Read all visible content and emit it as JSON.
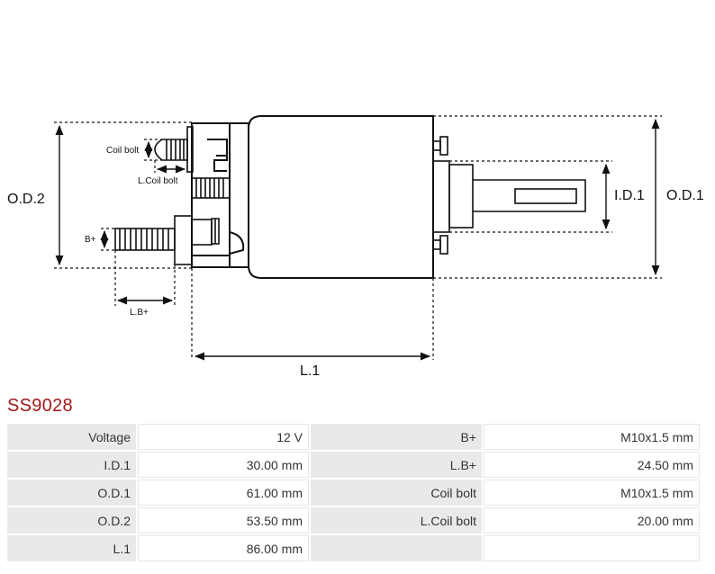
{
  "diagram": {
    "labels": {
      "coil_bolt": "Coil bolt",
      "l_coil_bolt": "L.Coil bolt",
      "b_plus": "B+",
      "l_b_plus": "L.B+",
      "od2": "O.D.2",
      "od1": "O.D.1",
      "id1": "I.D.1",
      "l1": "L.1"
    }
  },
  "product": {
    "code": "SS9028"
  },
  "specs": [
    {
      "k1": "Voltage",
      "v1": "12 V",
      "k2": "B+",
      "v2": "M10x1.5 mm"
    },
    {
      "k1": "I.D.1",
      "v1": "30.00 mm",
      "k2": "L.B+",
      "v2": "24.50 mm"
    },
    {
      "k1": "O.D.1",
      "v1": "61.00 mm",
      "k2": "Coil bolt",
      "v2": "M10x1.5 mm"
    },
    {
      "k1": "O.D.2",
      "v1": "53.50 mm",
      "k2": "L.Coil bolt",
      "v2": "20.00 mm"
    },
    {
      "k1": "L.1",
      "v1": "86.00 mm",
      "k2": "",
      "v2": ""
    }
  ],
  "colors": {
    "code": "#a1191a",
    "key_cell": "#e9e9e9",
    "line": "#111111"
  }
}
